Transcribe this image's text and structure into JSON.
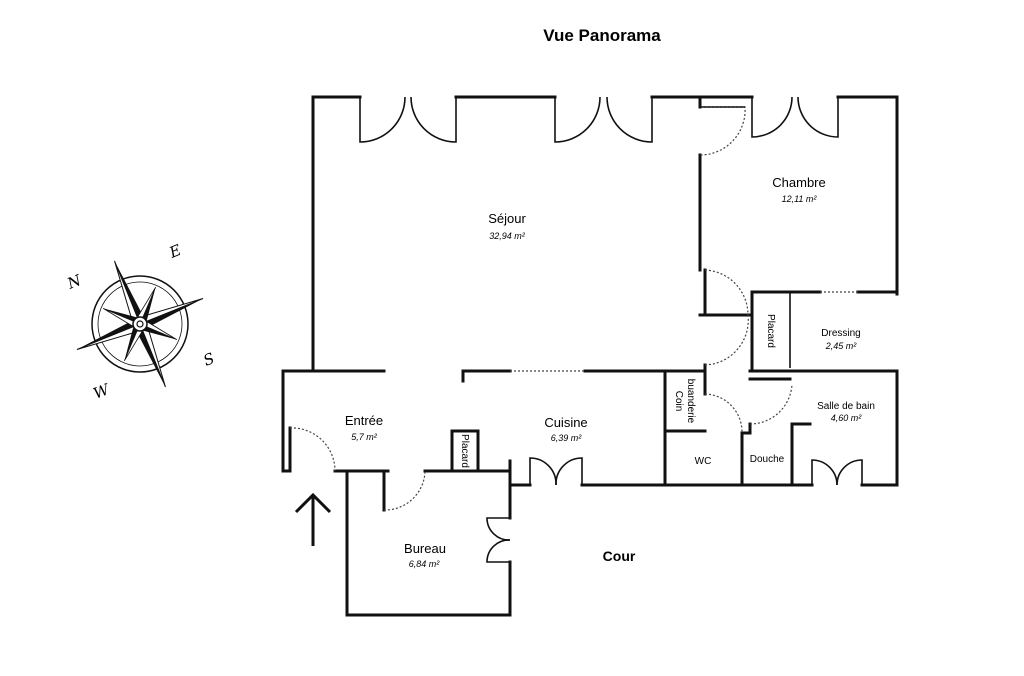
{
  "title": "Vue Panorama",
  "rooms": {
    "sejour": {
      "name": "Séjour",
      "area": "32,94 m²"
    },
    "chambre": {
      "name": "Chambre",
      "area": "12,11 m²"
    },
    "dressing": {
      "name": "Dressing",
      "area": "2,45 m²"
    },
    "placard_dressing": {
      "name": "Placard"
    },
    "salle_de_bain": {
      "name": "Salle de bain",
      "area": "4,60 m²"
    },
    "coin_buanderie": {
      "line1": "Coin",
      "line2": "buanderie"
    },
    "wc": {
      "name": "WC"
    },
    "douche": {
      "name": "Douche"
    },
    "cuisine": {
      "name": "Cuisine",
      "area": "6,39 m²"
    },
    "entree": {
      "name": "Entrée",
      "area": "5,7 m²"
    },
    "placard_entree": {
      "name": "Placard"
    },
    "bureau": {
      "name": "Bureau",
      "area": "6,84 m²"
    }
  },
  "cour": "Cour",
  "compass": {
    "n": "N",
    "e": "E",
    "s": "S",
    "w": "W"
  },
  "entrance_arrow": "arrow-up-icon"
}
